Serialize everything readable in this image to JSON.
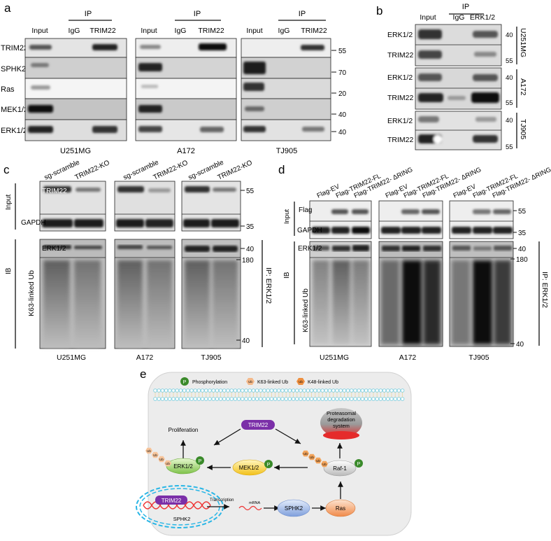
{
  "panel_a": {
    "letter": "a",
    "ip": "IP",
    "cols": [
      "Input",
      "IgG",
      "TRIM22"
    ],
    "rows": [
      "TRIM22",
      "SPHK2",
      "Ras",
      "MEK1/2",
      "ERK1/2"
    ],
    "markers": [
      "55",
      "70",
      "20",
      "40",
      "40"
    ],
    "cells": [
      "U251MG",
      "A172",
      "TJ905"
    ]
  },
  "panel_b": {
    "letter": "b",
    "ip": "IP",
    "cols": [
      "Input",
      "IgG",
      "ERK1/2"
    ],
    "rows": [
      "ERK1/2",
      "TRIM22"
    ],
    "markers": [
      "40",
      "55"
    ],
    "cells": [
      "U251MG",
      "A172",
      "TJ905"
    ]
  },
  "panel_c": {
    "letter": "c",
    "cols": [
      "sg-scramble",
      "TRIM22-KO"
    ],
    "input_label": "Input",
    "input_rows": [
      "TRIM22",
      "GAPDH"
    ],
    "input_markers": [
      "55",
      "35"
    ],
    "ib_label": "IB",
    "erk_label": "ERK1/2",
    "ub_label": "K63-linked Ub",
    "ip_label": "IP: ERK1/2",
    "markers": [
      "40",
      "180",
      "40"
    ],
    "cells": [
      "U251MG",
      "A172",
      "TJ905"
    ]
  },
  "panel_d": {
    "letter": "d",
    "cols": [
      "Flag-EV",
      "Flag-TRIM22-FL",
      "Flag-TRIM22- ΔRING"
    ],
    "input_label": "Input",
    "input_rows": [
      "Flag",
      "GAPDH"
    ],
    "input_markers": [
      "55",
      "35"
    ],
    "ib_label": "IB",
    "erk_label": "ERK1/2",
    "ub_label": "K63-linked Ub",
    "ip_label": "IP: ERK1/2",
    "markers": [
      "40",
      "180",
      "40"
    ],
    "cells": [
      "U251MG",
      "A172",
      "TJ905"
    ]
  },
  "panel_e": {
    "letter": "e",
    "legend": {
      "p_icon": "P",
      "phospho": "Phosphorylation",
      "ub_icon": "Ub",
      "k63": "K63-linked Ub",
      "k48": "K48-linked Ub"
    },
    "nodes": {
      "trim22_top": "TRIM22",
      "proliferation": "Proliferation",
      "proteasome": "Proteasomal degradation system",
      "erk": "ERK1/2",
      "mek": "MEK1/2",
      "raf": "Raf-1",
      "trim22_nuc": "TRIM22",
      "sphk2_gene": "SPHK2",
      "transcription": "Transcription",
      "mrna": "mRNA",
      "sphk2": "SPHK2",
      "ras": "Ras",
      "p": "P",
      "ub": "Ub"
    },
    "colors": {
      "trim22": "#7b2fa8",
      "phospho": "#3a8a2a",
      "ub": "#f2a35a",
      "membrane": "#7ccfe0",
      "proteasome": "#e52b2b",
      "background": "#ececec"
    }
  }
}
